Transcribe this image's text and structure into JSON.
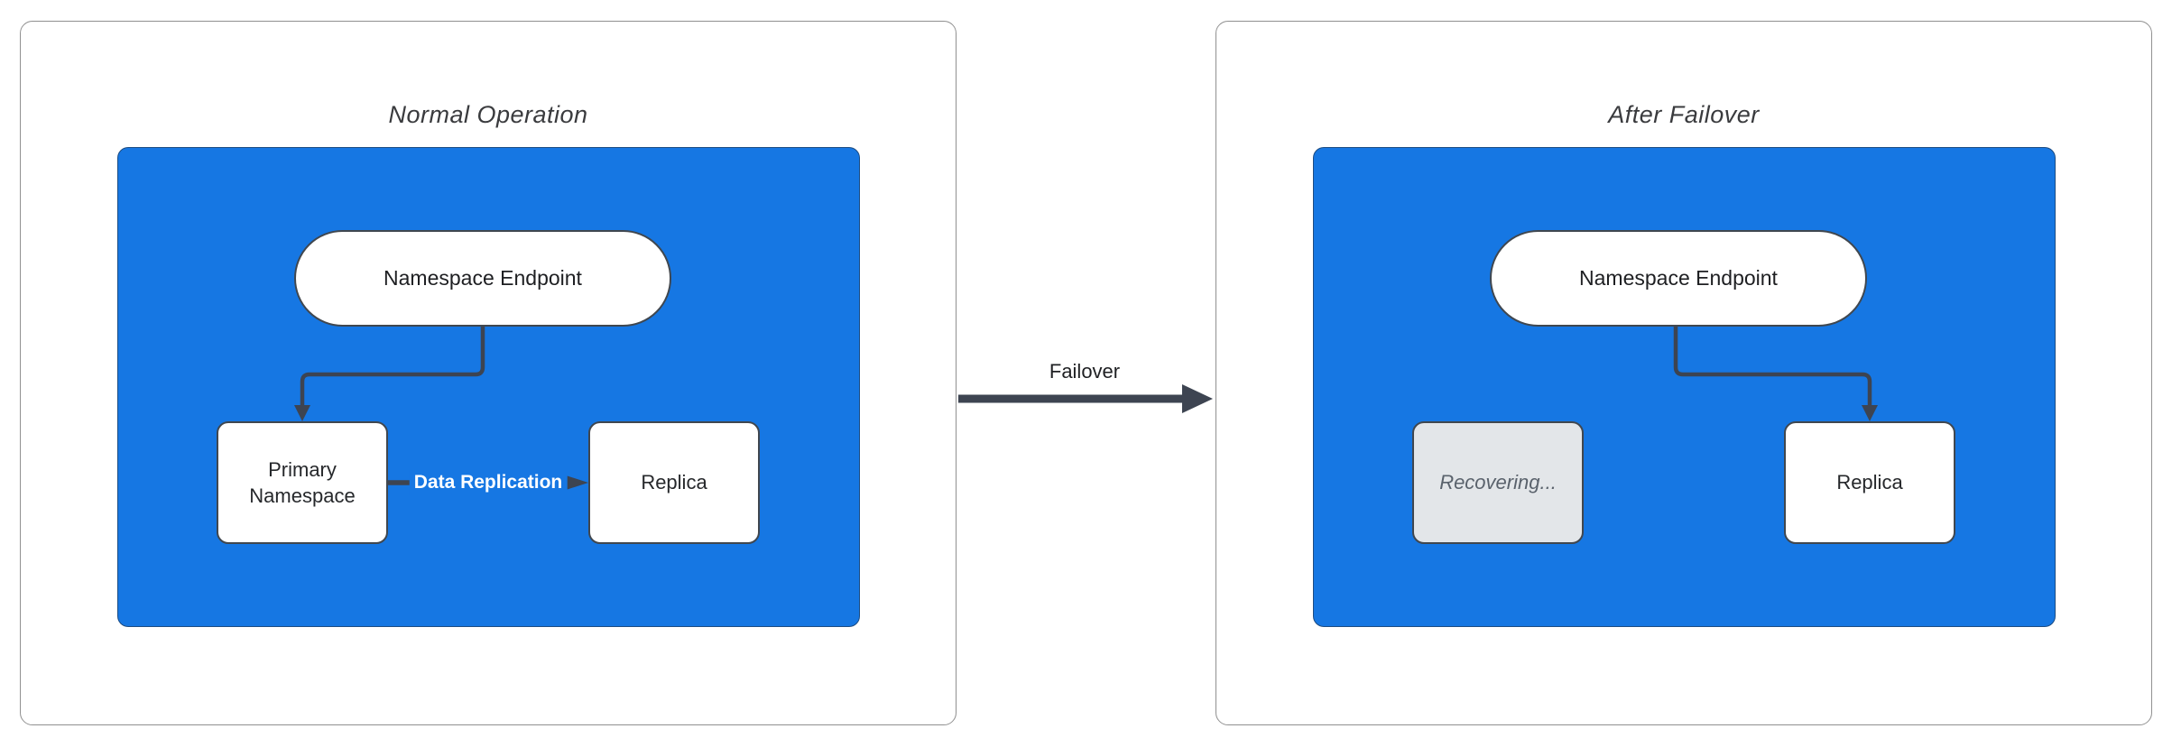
{
  "colors": {
    "container_blue": "#1677E3",
    "arrow_dark": "#3D4451",
    "node_border": "#40474F",
    "panel_border": "#909090",
    "recovering_fill": "#E3E6E9",
    "recovering_text": "#5A626C",
    "edge_label_text": "#FFFFFF"
  },
  "panels": [
    {
      "title": "Normal Operation",
      "endpoint_label": "Namespace Endpoint",
      "nodes": [
        {
          "label": "Primary Namespace"
        },
        {
          "label": "Replica"
        }
      ],
      "edge_label": "Data Replication"
    },
    {
      "title": "After Failover",
      "endpoint_label": "Namespace Endpoint",
      "nodes": [
        {
          "label": "Recovering..."
        },
        {
          "label": "Replica"
        }
      ]
    }
  ],
  "transition": {
    "label": "Failover"
  }
}
